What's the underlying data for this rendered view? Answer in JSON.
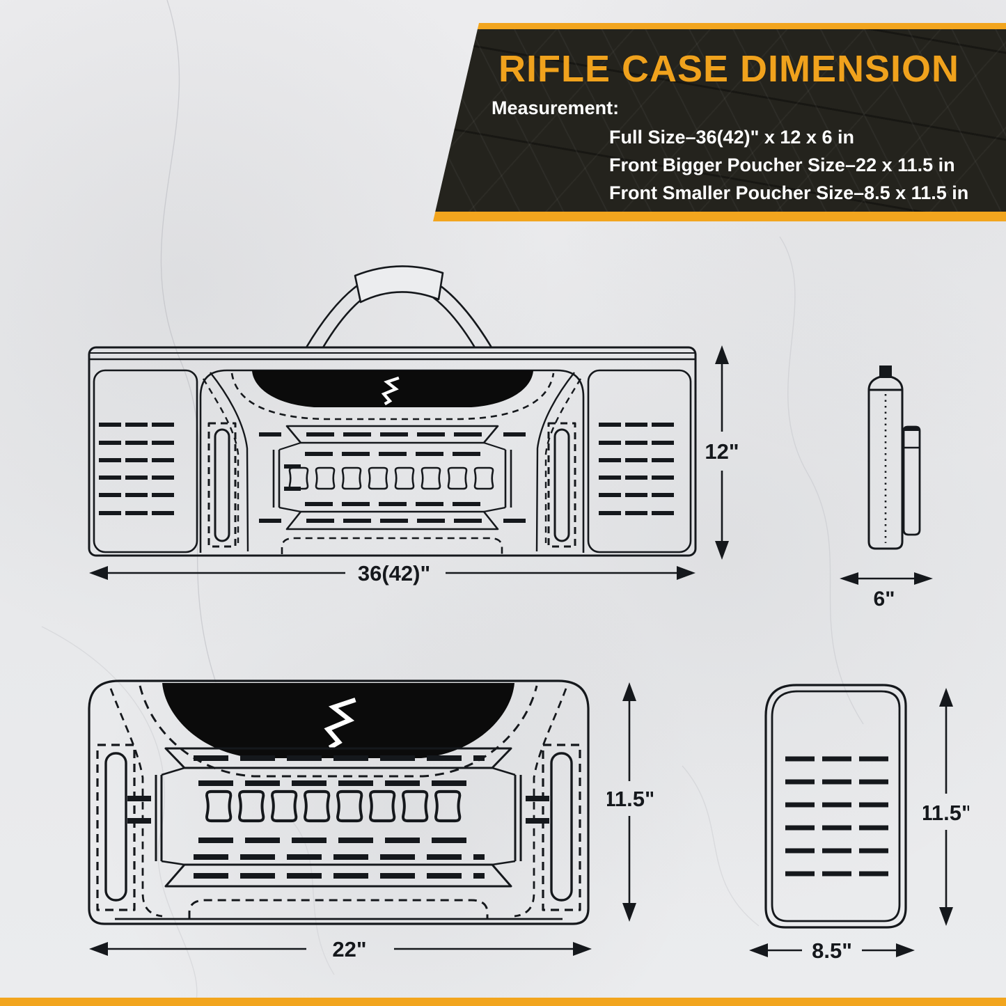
{
  "banner": {
    "title": "RIFLE CASE DIMENSION",
    "measurement_label": "Measurement:",
    "measurements": [
      "Full Size–36(42)\" x 12 x 6 in",
      "Front Bigger Poucher Size–22 x 11.5 in",
      "Front Smaller Poucher Size–8.5 x 11.5 in"
    ],
    "accent_color": "#F2A51E",
    "background_color": "#24231D",
    "title_color": "#F0A21D",
    "text_color": "#FFFFFF"
  },
  "diagrams": {
    "full_case": {
      "name": "rifle case front view",
      "width_label": "36(42)\"",
      "height_label": "12\""
    },
    "side_view": {
      "name": "rifle case side view",
      "depth_label": "6\""
    },
    "big_pouch": {
      "name": "front bigger pouch",
      "width_label": "22\"",
      "height_label": "11.5\""
    },
    "small_pouch": {
      "name": "front smaller pouch",
      "width_label": "8.5\"",
      "height_label": "11.5\""
    }
  },
  "colors": {
    "line_art": "#15181C",
    "page_background": "#E9EAEC",
    "logo_band": "#0B0B0B"
  }
}
